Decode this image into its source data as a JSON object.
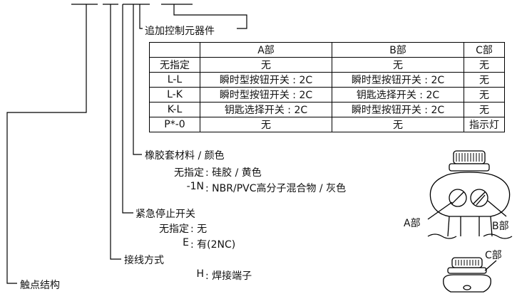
{
  "options_block": {
    "title": "追加控制元器件",
    "table": {
      "headers": [
        "",
        "A部",
        "B部",
        "C部"
      ],
      "rows": [
        [
          "无指定",
          "无",
          "无",
          "无"
        ],
        [
          "L-L",
          "瞬时型按钮开关 : 2C",
          "瞬时型按钮开关 : 2C",
          "无"
        ],
        [
          "L-K",
          "瞬时型按钮开关 : 2C",
          "钥匙选择开关 : 2C",
          "无"
        ],
        [
          "K-L",
          "钥匙选择开关 : 2C",
          "瞬时型按钮开关 : 2C",
          "无"
        ],
        [
          "P*-0",
          "无",
          "无",
          "指示灯"
        ]
      ]
    }
  },
  "boot": {
    "title": "橡胶套材料 / 颜色",
    "items": [
      {
        "code": "无指定",
        "desc": ": 硅胶 / 黄色"
      },
      {
        "code": "-1N",
        "desc": ": NBR/PVC高分子混合物 / 灰色"
      }
    ]
  },
  "estop": {
    "title": "紧急停止开关",
    "items": [
      {
        "code": "无指定",
        "desc": ": 无"
      },
      {
        "code": "E",
        "desc": ": 有(2NC)"
      }
    ]
  },
  "wiring": {
    "title": "接线方式",
    "items": [
      {
        "code": "H",
        "desc": ": 焊接端子"
      }
    ]
  },
  "contact": {
    "title": "触点结构"
  },
  "illustration": {
    "label_a": "A部",
    "label_b": "B部",
    "label_c": "C部"
  }
}
